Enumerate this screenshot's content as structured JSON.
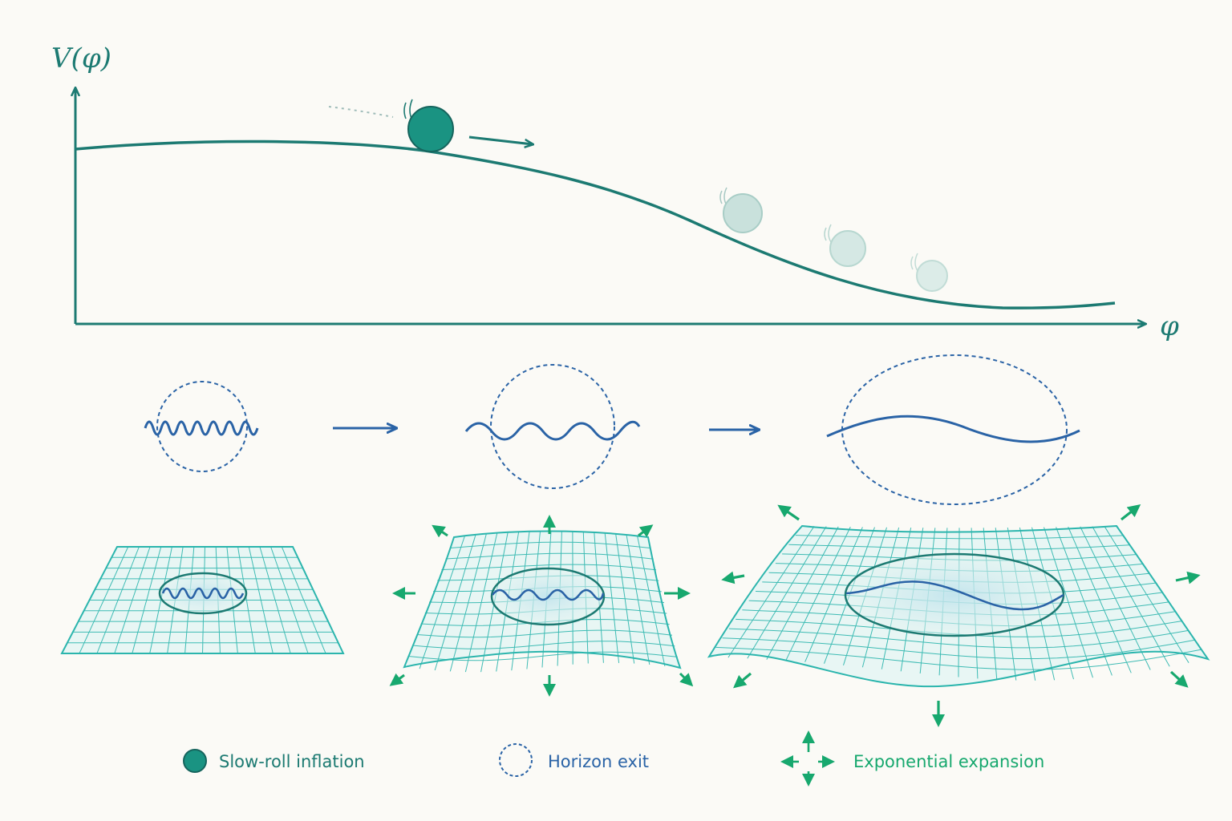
{
  "axes": {
    "y_label": "V(φ)",
    "x_label": "φ"
  },
  "legend": {
    "slow_roll": {
      "label": "Slow-roll inflation",
      "icon": "filled-teal-circle-icon"
    },
    "horizon_exit": {
      "label": "Horizon exit",
      "icon": "dashed-circle-icon"
    },
    "expansion": {
      "label": "Exponential expansion",
      "icon": "four-way-arrows-icon"
    }
  },
  "colors": {
    "teal": "#1c7a72",
    "teal_fill": "#1a9382",
    "blue": "#2a63a6",
    "green": "#17a86e",
    "grid": "#2bb5ad",
    "background": "#fbfaf6"
  }
}
